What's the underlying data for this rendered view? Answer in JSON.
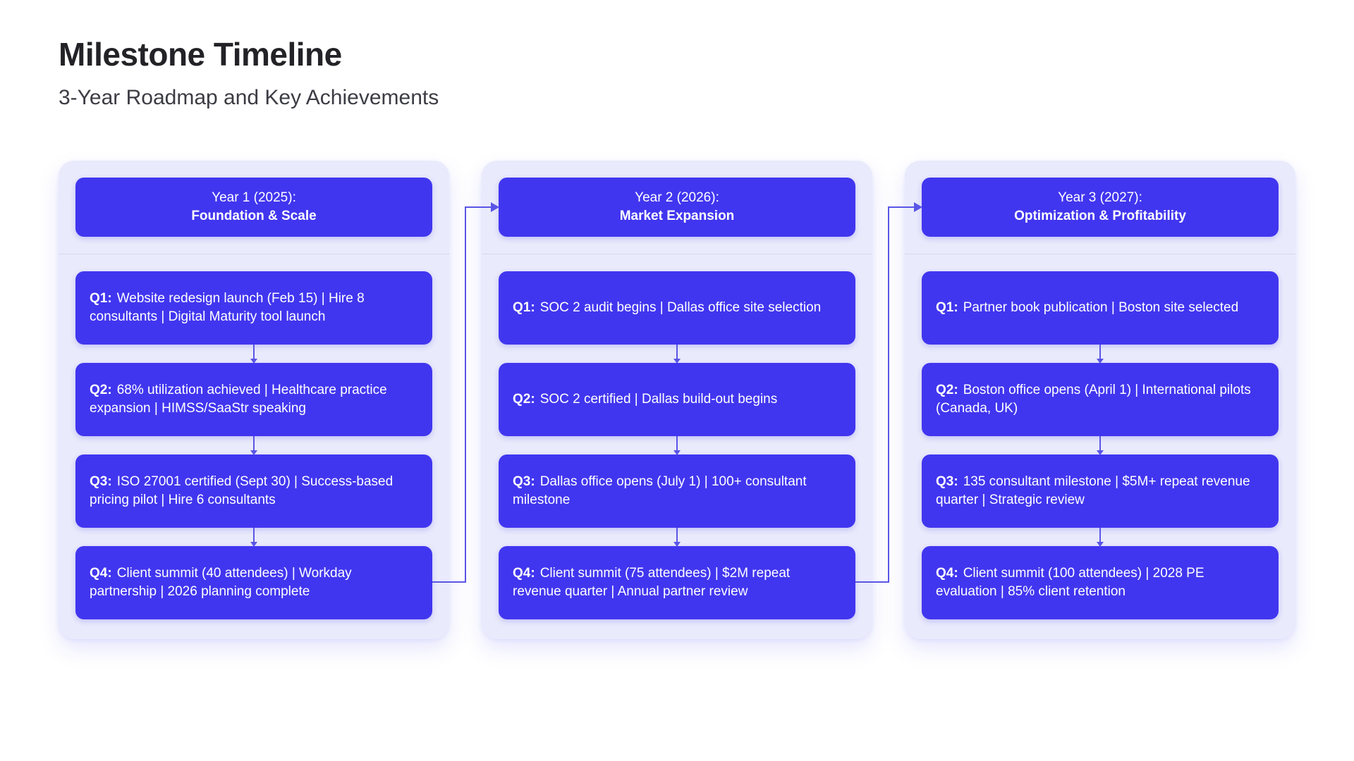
{
  "page": {
    "title": "Milestone Timeline",
    "subtitle": "3-Year Roadmap and Key Achievements"
  },
  "colors": {
    "milestone_box": "#4136ef",
    "column_background": "#e9eafb",
    "arrow": "#5a55e6",
    "title_text": "#232327",
    "box_text": "#ffffff"
  },
  "columns": [
    {
      "header_line1": "Year 1 (2025):",
      "header_line2": "Foundation & Scale",
      "quarters": [
        {
          "label": "Q1:",
          "text": "Website redesign launch (Feb 15) | Hire 8 consultants | Digital Maturity tool launch"
        },
        {
          "label": "Q2:",
          "text": "68% utilization achieved | Healthcare practice expansion | HIMSS/SaaStr speaking"
        },
        {
          "label": "Q3:",
          "text": "ISO 27001 certified (Sept 30) | Success-based pricing pilot | Hire 6 consultants"
        },
        {
          "label": "Q4:",
          "text": "Client summit (40 attendees) | Workday partnership | 2026 planning complete"
        }
      ]
    },
    {
      "header_line1": "Year 2 (2026):",
      "header_line2": "Market Expansion",
      "quarters": [
        {
          "label": "Q1:",
          "text": "SOC 2 audit begins | Dallas office site selection"
        },
        {
          "label": "Q2:",
          "text": "SOC 2 certified | Dallas build-out begins"
        },
        {
          "label": "Q3:",
          "text": "Dallas office opens (July 1) | 100+ consultant milestone"
        },
        {
          "label": "Q4:",
          "text": "Client summit (75 attendees) | $2M repeat revenue quarter | Annual partner review"
        }
      ]
    },
    {
      "header_line1": "Year 3 (2027):",
      "header_line2": "Optimization & Profitability",
      "quarters": [
        {
          "label": "Q1:",
          "text": "Partner book publication | Boston site selected"
        },
        {
          "label": "Q2:",
          "text": "Boston office opens (April 1) | International pilots (Canada, UK)"
        },
        {
          "label": "Q3:",
          "text": "135 consultant milestone | $5M+ repeat revenue quarter | Strategic review"
        },
        {
          "label": "Q4:",
          "text": "Client summit (100 attendees) | 2028 PE evaluation | 85% client retention"
        }
      ]
    }
  ]
}
